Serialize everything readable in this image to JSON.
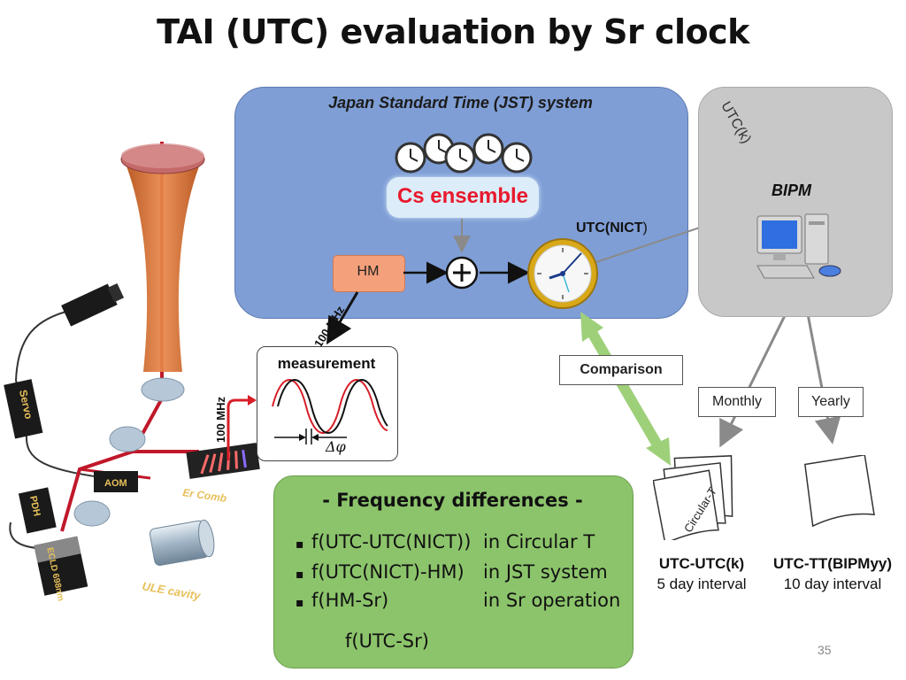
{
  "title": "TAI (UTC) evaluation by Sr clock",
  "jst": {
    "title": "Japan Standard Time (JST) system",
    "cs_ensemble": "Cs ensemble",
    "hm": "HM",
    "utc_nict_bold": "UTC(NICT",
    "utc_nict_paren": ")"
  },
  "bipm": {
    "label": "BIPM",
    "utck": "UTC(k)"
  },
  "links": {
    "mhz_top": "100 MHz",
    "mhz_left": "100 MHz"
  },
  "measurement": {
    "label": "measurement",
    "delta_phi": "Δφ"
  },
  "comparison": "Comparison",
  "monthly": "Monthly",
  "yearly": "Yearly",
  "circular_t": "Circular-T",
  "reports": {
    "left_title": "UTC-UTC(k)",
    "left_interval": "5 day interval",
    "right_title": "UTC-TT(BIPMyy)",
    "right_interval": "10 day interval"
  },
  "frequency": {
    "title": "- Frequency differences -",
    "rows": [
      {
        "bullet": "▪",
        "expr": "f(UTC-UTC(NICT))",
        "where": "in Circular T"
      },
      {
        "bullet": "▪",
        "expr": "f(UTC(NICT)-HM)",
        "where": "in JST system"
      },
      {
        "bullet": "▪",
        "expr": "f(HM-Sr)",
        "where": "in Sr operation"
      }
    ],
    "result": "f(UTC-Sr)"
  },
  "apparatus": {
    "servo": "Servo",
    "aom": "AOM",
    "pdh": "PDH",
    "ecld": "ECLD 698nm",
    "er_comb": "Er Comb",
    "ule_cavity": "ULE cavity"
  },
  "page_number": "35",
  "colors": {
    "jst_box": "#7f9ed6",
    "bipm_box": "#c8c8c8",
    "cs_text": "#e8192c",
    "hm_box": "#f4a07a",
    "freq_box": "#8cc46b",
    "laser": "#c0182a",
    "lattice": "#d2692a"
  }
}
